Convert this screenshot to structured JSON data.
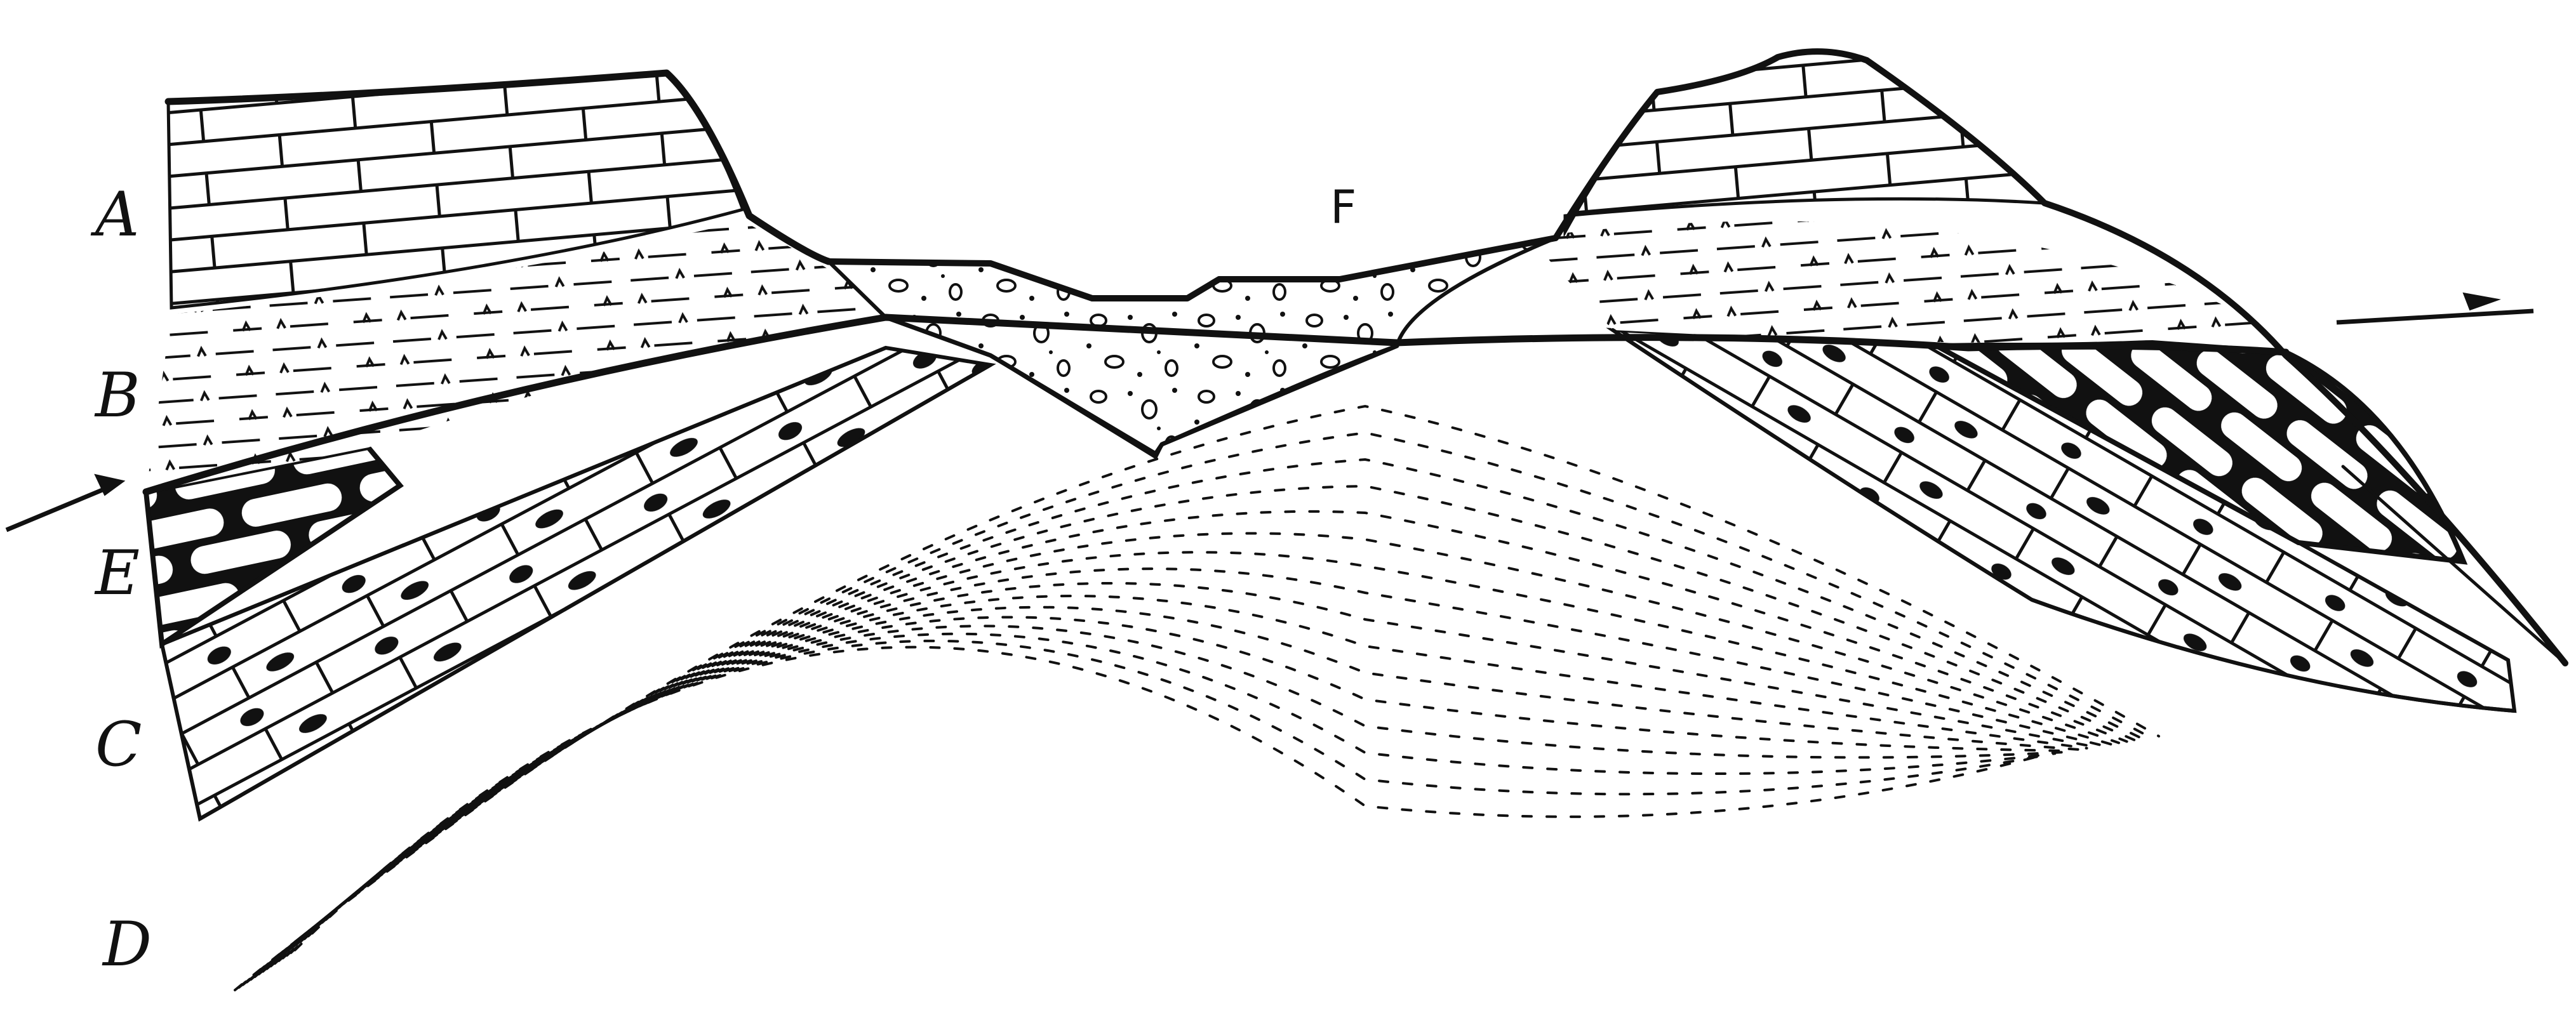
{
  "labels": {
    "A": "A",
    "B": "B",
    "E": "E",
    "C": "C",
    "D": "D",
    "F": "F"
  },
  "colors": {
    "ink": "#111111",
    "paper": "#ffffff"
  }
}
